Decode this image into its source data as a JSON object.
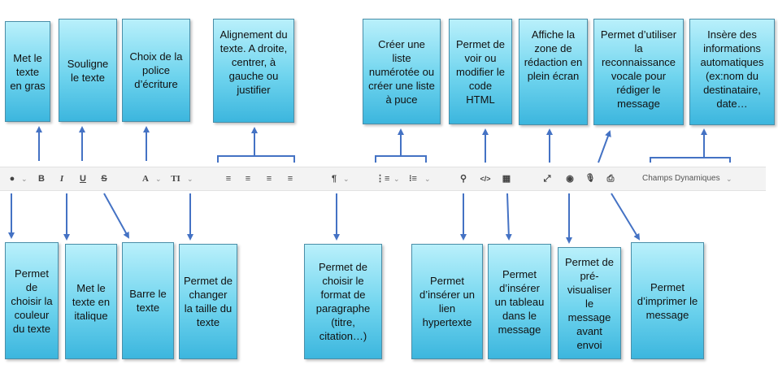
{
  "boxes_top": {
    "gras": "Met le texte en gras",
    "souligne": "Souligne le texte",
    "police": "Choix de la police d’écriture",
    "alignement": "Alignement du texte. A droite, centrer, à gauche ou justifier",
    "liste": "Créer une liste numérotée ou créer une liste à puce",
    "html": "Permet de voir ou modifier le code HTML",
    "plein_ecran": "Affiche la zone de rédaction en plein écran",
    "vocale": "Permet d’utiliser la reconnaissance vocale pour rédiger le message",
    "infos_auto": "Insère des informations automatiques (ex:nom du destinataire, date…"
  },
  "boxes_bottom": {
    "couleur": "Permet de choisir la couleur du texte",
    "italique": "Met le texte en italique",
    "barre": "Barre le texte",
    "taille": "Permet de changer la taille du texte",
    "paragraphe": "Permet de choisir le format de paragraphe (titre, citation…)",
    "lien": "Permet d’insérer un lien hypertexte",
    "tableau": "Permet d’insérer un tableau dans le message",
    "previsualiser": "Permet de pré-visualiser le message avant envoi",
    "imprimer": "Permet d’imprimer le message"
  },
  "toolbar": {
    "color_icon": "●",
    "bold": "B",
    "italic": "I",
    "underline": "U",
    "strike": "S",
    "font": "A",
    "size": "TI",
    "align_left": "≡",
    "align_center": "≡",
    "align_right": "≡",
    "justify": "≡",
    "paragraph": "¶",
    "ordered_list": "⋮≡",
    "bullet_list": "⁝≡",
    "link": "⚲",
    "code": "</>",
    "table": "▦",
    "fullscreen": "⤢",
    "preview": "◉",
    "mic": "🎙",
    "print": "⎙",
    "champs": "Champs Dynamiques",
    "chevron": "⌄"
  }
}
